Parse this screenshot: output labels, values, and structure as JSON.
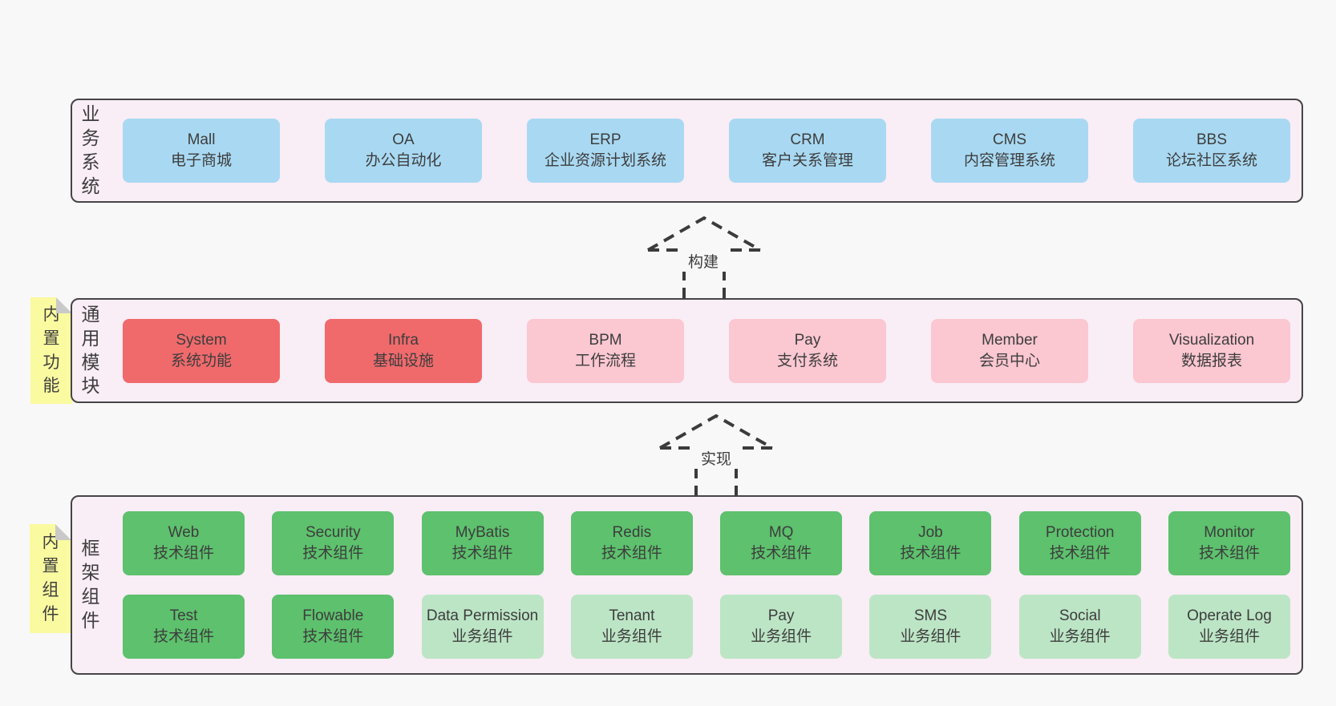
{
  "diagram": {
    "title": "architecture-layers",
    "colors": {
      "blue": "#a9d9f2",
      "red": "#f06a6c",
      "pink": "#fbc7d1",
      "green": "#5dc16d",
      "lightgreen": "#bce5c5",
      "note_yellow": "#fafaa0",
      "container_fill": "#f9edf6",
      "container_border": "#454545",
      "arrow_stroke": "#3b3b3b"
    },
    "arrows": [
      {
        "label": "构建"
      },
      {
        "label": "实现"
      }
    ],
    "layers": [
      {
        "id": "business",
        "label": "业务系统",
        "note": "",
        "rows": [
          [
            {
              "name": "Mall",
              "desc": "电子商城",
              "variant": "blue"
            },
            {
              "name": "OA",
              "desc": "办公自动化",
              "variant": "blue"
            },
            {
              "name": "ERP",
              "desc": "企业资源计划系统",
              "variant": "blue"
            },
            {
              "name": "CRM",
              "desc": "客户关系管理",
              "variant": "blue"
            },
            {
              "name": "CMS",
              "desc": "内容管理系统",
              "variant": "blue"
            },
            {
              "name": "BBS",
              "desc": "论坛社区系统",
              "variant": "blue"
            }
          ]
        ]
      },
      {
        "id": "modules",
        "label": "通用模块",
        "note": "内置功能",
        "rows": [
          [
            {
              "name": "System",
              "desc": "系统功能",
              "variant": "red"
            },
            {
              "name": "Infra",
              "desc": "基础设施",
              "variant": "red"
            },
            {
              "name": "BPM",
              "desc": "工作流程",
              "variant": "pink"
            },
            {
              "name": "Pay",
              "desc": "支付系统",
              "variant": "pink"
            },
            {
              "name": "Member",
              "desc": "会员中心",
              "variant": "pink"
            },
            {
              "name": "Visualization",
              "desc": "数据报表",
              "variant": "pink"
            }
          ]
        ]
      },
      {
        "id": "components",
        "label": "框架组件",
        "note": "内置组件",
        "rows": [
          [
            {
              "name": "Web",
              "desc": "技术组件",
              "variant": "green"
            },
            {
              "name": "Security",
              "desc": "技术组件",
              "variant": "green"
            },
            {
              "name": "MyBatis",
              "desc": "技术组件",
              "variant": "green"
            },
            {
              "name": "Redis",
              "desc": "技术组件",
              "variant": "green"
            },
            {
              "name": "MQ",
              "desc": "技术组件",
              "variant": "green"
            },
            {
              "name": "Job",
              "desc": "技术组件",
              "variant": "green"
            },
            {
              "name": "Protection",
              "desc": "技术组件",
              "variant": "green"
            },
            {
              "name": "Monitor",
              "desc": "技术组件",
              "variant": "green"
            }
          ],
          [
            {
              "name": "Test",
              "desc": "技术组件",
              "variant": "green"
            },
            {
              "name": "Flowable",
              "desc": "技术组件",
              "variant": "green"
            },
            {
              "name": "Data Permission",
              "desc": "业务组件",
              "variant": "lightgreen"
            },
            {
              "name": "Tenant",
              "desc": "业务组件",
              "variant": "lightgreen"
            },
            {
              "name": "Pay",
              "desc": "业务组件",
              "variant": "lightgreen"
            },
            {
              "name": "SMS",
              "desc": "业务组件",
              "variant": "lightgreen"
            },
            {
              "name": "Social",
              "desc": "业务组件",
              "variant": "lightgreen"
            },
            {
              "name": "Operate Log",
              "desc": "业务组件",
              "variant": "lightgreen"
            }
          ]
        ]
      }
    ]
  }
}
